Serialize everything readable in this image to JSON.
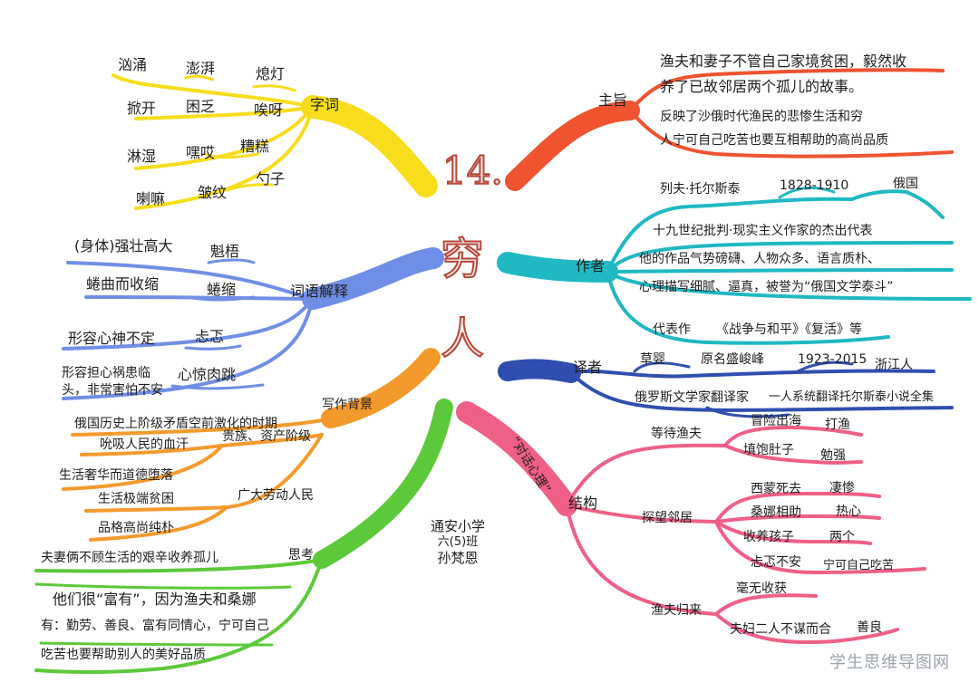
{
  "title": {
    "number": "14.",
    "chars": [
      "穷",
      "人"
    ]
  },
  "credit": {
    "school": "通安小学",
    "class": "六(5)班",
    "name": "孙梵恩"
  },
  "watermark": "学生思维导图网",
  "colors": {
    "yellow": "#f7dd1c",
    "blue": "#6f8fe6",
    "orange": "#f49a2c",
    "green": "#5cc93a",
    "red": "#ef5330",
    "teal": "#1fb8c3",
    "navy": "#2e4fb0",
    "pink": "#ef5f86",
    "title": "#b8453a"
  },
  "branches": {
    "words": {
      "label": "字词",
      "items": [
        "汹涌",
        "澎湃",
        "熄灯",
        "掀开",
        "困乏",
        "唉呀",
        "淋湿",
        "嘿哎",
        "糟糕",
        "喇嘛",
        "皱纹",
        "勺子"
      ]
    },
    "terms": {
      "label": "词语解释",
      "items": [
        {
          "def": "(身体)强壮高大",
          "word": "魁梧"
        },
        {
          "def": "蜷曲而收缩",
          "word": "蜷缩"
        },
        {
          "def": "形容心神不定",
          "word": "忐忑"
        },
        {
          "def_lines": [
            "形容担心祸患临",
            "头，非常害怕不安"
          ],
          "word": "心惊肉跳"
        }
      ]
    },
    "background": {
      "label": "写作背景",
      "period": "俄国历史上阶级矛盾空前激化的时期",
      "groups": [
        {
          "name": "贵族、资产阶级",
          "items": [
            "吮吸人民的血汗",
            "生活奢华而道德堕落"
          ]
        },
        {
          "name": "广大劳动人民",
          "items": [
            "生活极端贫困",
            "品格高尚纯朴"
          ]
        }
      ]
    },
    "thinking": {
      "label": "思考",
      "question": "夫妻俩不顾生活的艰辛收养孤儿",
      "answer_lines": [
        "他们很“富有”，因为渔夫和桑娜",
        "有：勤劳、善良、富有同情心，宁可自己",
        "吃苦也要帮助别人的美好品质"
      ]
    },
    "main_idea": {
      "label": "主旨",
      "lines": [
        "渔夫和妻子不管自己家境贫困，毅然收",
        "养了已故邻居两个孤儿的故事。",
        "反映了沙俄时代渔民的悲惨生活和穷",
        "人宁可自己吃苦也要互相帮助的高尚品质"
      ]
    },
    "author": {
      "label": "作者",
      "name": "列夫·托尔斯泰",
      "years": "1828-1910",
      "country": "俄国",
      "desc_lines": [
        "十九世纪批判·现实主义作家的杰出代表",
        "他的作品气势磅礴、人物众多、语言质朴、",
        "心理描写细腻、逼真，被誉为“俄国文学泰斗”"
      ],
      "works_label": "代表作",
      "works": "《战争与和平》《复活》等"
    },
    "translator": {
      "label": "译者",
      "name": "草婴",
      "orig": "原名盛峻峰",
      "years": "1923-2015",
      "place": "浙江人",
      "desc1": "俄罗斯文学家翻译家",
      "desc2": "一人系统翻译托尔斯泰小说全集"
    },
    "structure": {
      "label": "结构",
      "note": "“对话心理”",
      "parts": [
        {
          "name": "等待渔夫",
          "items": [
            {
              "a": "冒险出海",
              "b": "打渔"
            },
            {
              "a": "填饱肚子",
              "b": "勉强"
            }
          ]
        },
        {
          "name": "探望邻居",
          "items": [
            {
              "a": "西蒙死去",
              "b": "凄惨"
            },
            {
              "a": "桑娜相助",
              "b": "热心"
            },
            {
              "a": "收养孩子",
              "b": "两个"
            },
            {
              "a": "忐忑不安",
              "b": "宁可自己吃苦"
            }
          ]
        },
        {
          "name": "渔夫归来",
          "items": [
            {
              "a": "毫无收获",
              "b": ""
            },
            {
              "a": "夫妇二人不谋而合",
              "b": "善良"
            }
          ]
        }
      ]
    }
  }
}
